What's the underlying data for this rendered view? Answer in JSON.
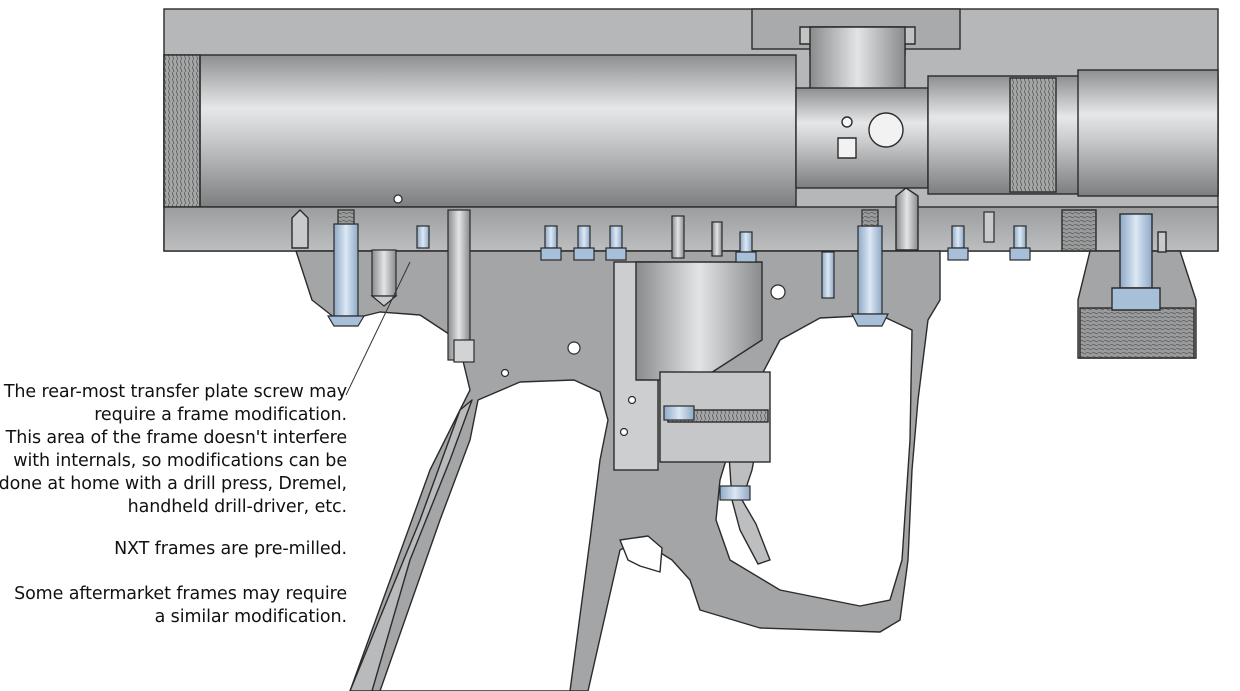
{
  "annotation": {
    "main_lines": [
      "The rear-most transfer plate screw may",
      "require a frame modification.",
      "This area of the frame doesn't interfere",
      "with internals, so modifications can be",
      "done at home with a drill press, Dremel,",
      "handheld drill-driver, etc."
    ],
    "nxt_line": "NXT frames are pre-milled.",
    "aftermarket_lines": [
      "Some aftermarket frames may require",
      "a similar modification."
    ]
  },
  "colors": {
    "body_steel": "#b4b5b6",
    "frame_gray": "#a2a3a4",
    "outline": "#2b2b2b",
    "screw_blue": "#b7cde6",
    "background": "#ffffff"
  }
}
